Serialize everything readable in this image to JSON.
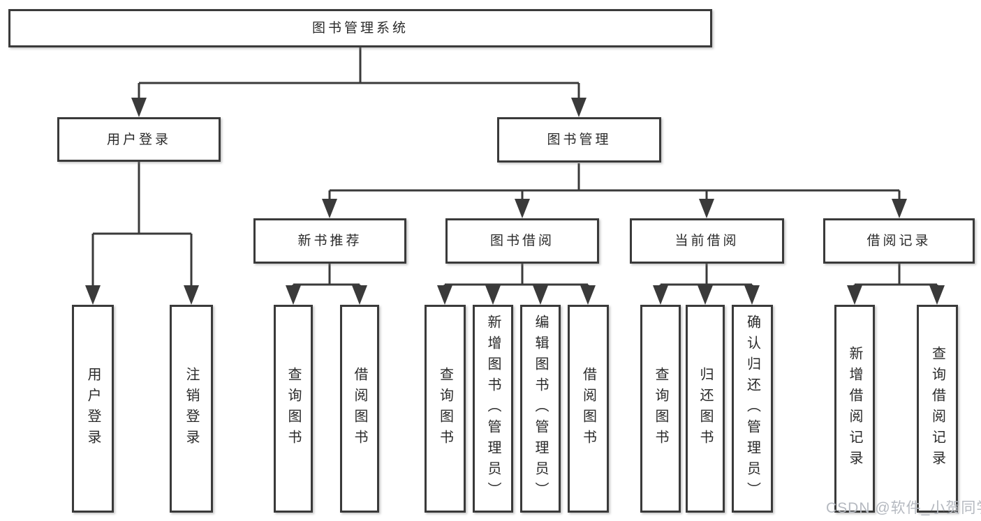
{
  "diagram_title": "图书管理系统",
  "colors": {
    "line": "#3a3a3a",
    "box_border": "#3a3a3a",
    "box_background": "#ffffff",
    "text": "#2a2a2a",
    "watermark": "#b5b9c0",
    "page_background": "#ffffff"
  },
  "watermark": {
    "text": "CSDN @软件_小贺同学"
  },
  "tree": {
    "label": "图书管理系统",
    "children": [
      {
        "label": "用户登录",
        "children": [
          {
            "label": "用户登录"
          },
          {
            "label": "注销登录"
          }
        ]
      },
      {
        "label": "图书管理",
        "children": [
          {
            "label": "新书推荐",
            "children": [
              {
                "label": "查询图书"
              },
              {
                "label": "借阅图书"
              }
            ]
          },
          {
            "label": "图书借阅",
            "children": [
              {
                "label": "查询图书"
              },
              {
                "label": "新增图书（管理员）"
              },
              {
                "label": "编辑图书（管理员）"
              },
              {
                "label": "借阅图书"
              }
            ]
          },
          {
            "label": "当前借阅",
            "children": [
              {
                "label": "查询图书"
              },
              {
                "label": "归还图书"
              },
              {
                "label": "确认归还（管理员）"
              }
            ]
          },
          {
            "label": "借阅记录",
            "children": [
              {
                "label": "新增借阅记录"
              },
              {
                "label": "查询借阅记录"
              }
            ]
          }
        ]
      }
    ]
  }
}
